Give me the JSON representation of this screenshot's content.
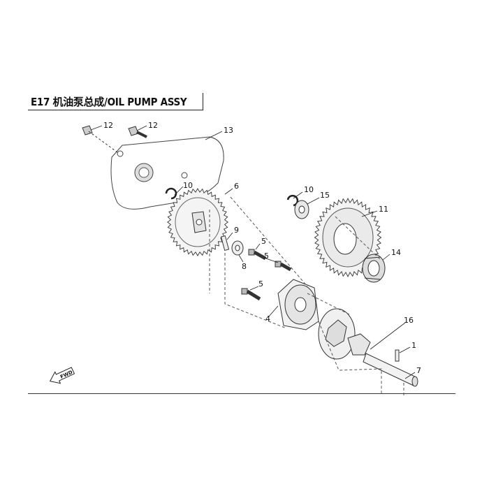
{
  "title": "E17  机油泵总成/OIL PUMP ASSY",
  "fwd_label": "FWD",
  "callouts": [
    {
      "id": "c12a",
      "text": "12"
    },
    {
      "id": "c12b",
      "text": "12"
    },
    {
      "id": "c13",
      "text": "13"
    },
    {
      "id": "c10a",
      "text": "10"
    },
    {
      "id": "c6",
      "text": "6"
    },
    {
      "id": "c10b",
      "text": "10"
    },
    {
      "id": "c15",
      "text": "15"
    },
    {
      "id": "c11",
      "text": "11"
    },
    {
      "id": "c9",
      "text": "9"
    },
    {
      "id": "c5a",
      "text": "5"
    },
    {
      "id": "c5b",
      "text": "5"
    },
    {
      "id": "c8",
      "text": "8"
    },
    {
      "id": "c14",
      "text": "14"
    },
    {
      "id": "c5c",
      "text": "5"
    },
    {
      "id": "c4",
      "text": "4"
    },
    {
      "id": "c16",
      "text": "16"
    },
    {
      "id": "c1",
      "text": "1"
    },
    {
      "id": "c7",
      "text": "7"
    }
  ]
}
